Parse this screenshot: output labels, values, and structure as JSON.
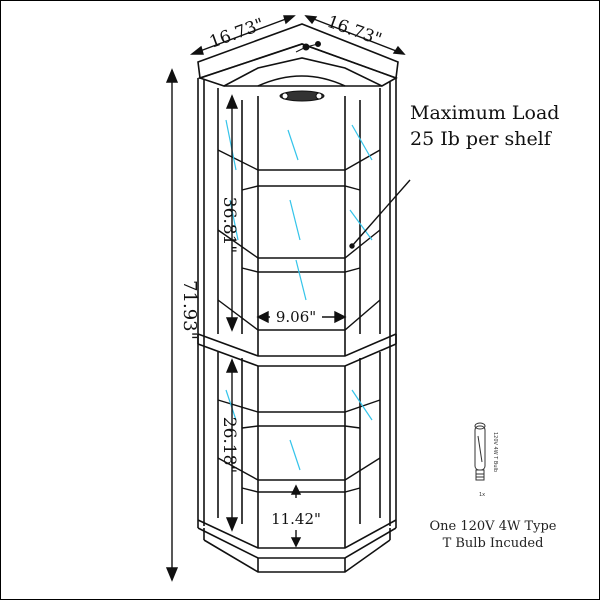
{
  "dimensions": {
    "depth_left": "16.73\"",
    "depth_right": "16.73\"",
    "total_height": "71.93\"",
    "upper_section_height": "36.81\"",
    "lower_section_height": "26.18\"",
    "upper_inner_width": "9.06\"",
    "lower_inner_width": "11.42\""
  },
  "callout": {
    "line1": "Maximum Load",
    "line2": "25 Ib per shelf"
  },
  "bulb": {
    "spec_text": "120V 4W T Bulb",
    "quantity": "1x",
    "caption_line1": "One 120V 4W Type",
    "caption_line2": "T Bulb Incuded"
  },
  "colors": {
    "line": "#111111",
    "glass_highlight": "#35c4ea",
    "background": "#ffffff"
  }
}
